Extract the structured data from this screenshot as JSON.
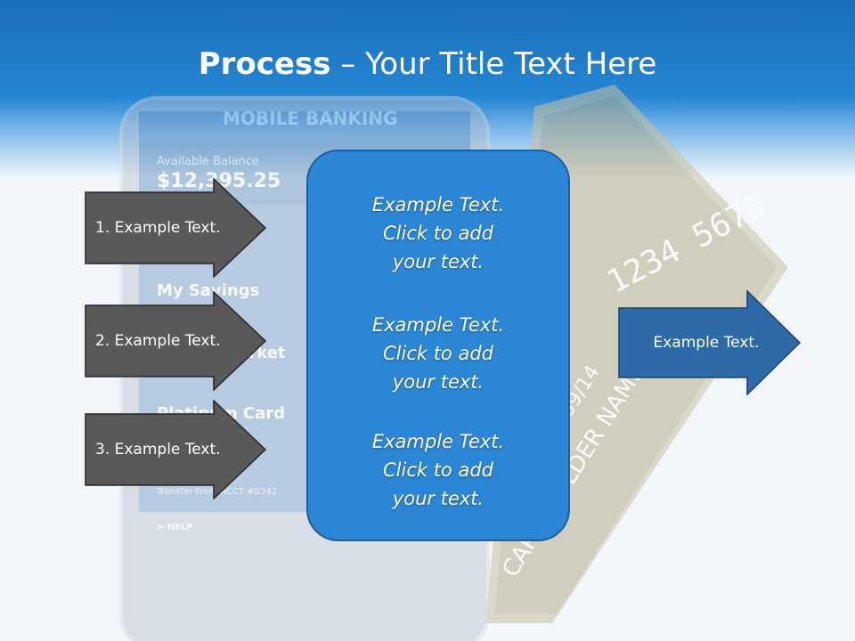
{
  "slide": {
    "title_bold": "Process",
    "title_rest": " – Your Title Text Here"
  },
  "phone": {
    "app_name": "MOBILE BANKING",
    "balance_label": "Available Balance",
    "balance_value": "$12,395.25",
    "menu": [
      "My Savings",
      "Money Market",
      "Platinum Card"
    ],
    "transfer_text": "Transfer From ACCT #0342",
    "help": "> HELP"
  },
  "card": {
    "number": "1234 5678",
    "expiry": "09/14",
    "holder": "CARD HOLDER NAME"
  },
  "left_arrows": [
    {
      "label": "1. Example Text."
    },
    {
      "label": "2. Example Text."
    },
    {
      "label": "3. Example Text."
    }
  ],
  "center_box": {
    "paragraphs": [
      {
        "line1": "Example Text.",
        "line2": "Click  to add",
        "line3": "your text."
      },
      {
        "line1": "Example Text.",
        "line2": "Click  to add",
        "line3": "your text."
      },
      {
        "line1": "Example Text.",
        "line2": "Click  to add",
        "line3": "your text."
      }
    ]
  },
  "right_arrow": {
    "label": "Example Text."
  },
  "colors": {
    "header_blue": "#1a6fba",
    "box_blue": "#2b86d6",
    "left_arrow_gray": "#595959",
    "right_arrow_blue": "#2e6aa8"
  }
}
